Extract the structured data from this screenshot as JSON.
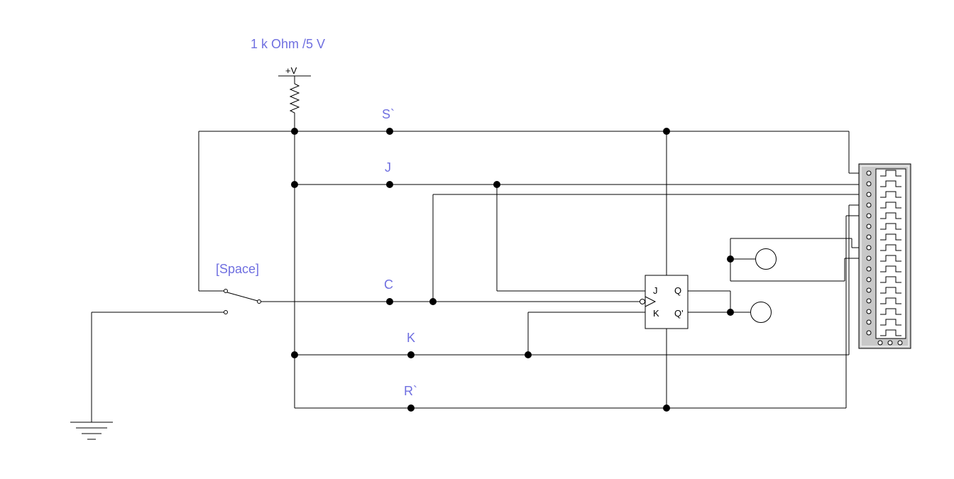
{
  "labels": {
    "supply": "1 k Ohm /5 V",
    "vcc": "+V",
    "switch_key": "[Space]",
    "s_line": "S`",
    "j_line": "J",
    "c_line": "C",
    "k_line": "K",
    "r_line": "R`"
  },
  "flipflop": {
    "pin_j": "J",
    "pin_k": "K",
    "pin_q": "Q",
    "pin_qn": "Q'"
  },
  "colors": {
    "label": "#6f6fe0",
    "wire": "#000000",
    "analyzer_body": "#c8c8c8"
  },
  "logic_analyzer": {
    "input_pins": 16,
    "trigger_pins": 3
  }
}
